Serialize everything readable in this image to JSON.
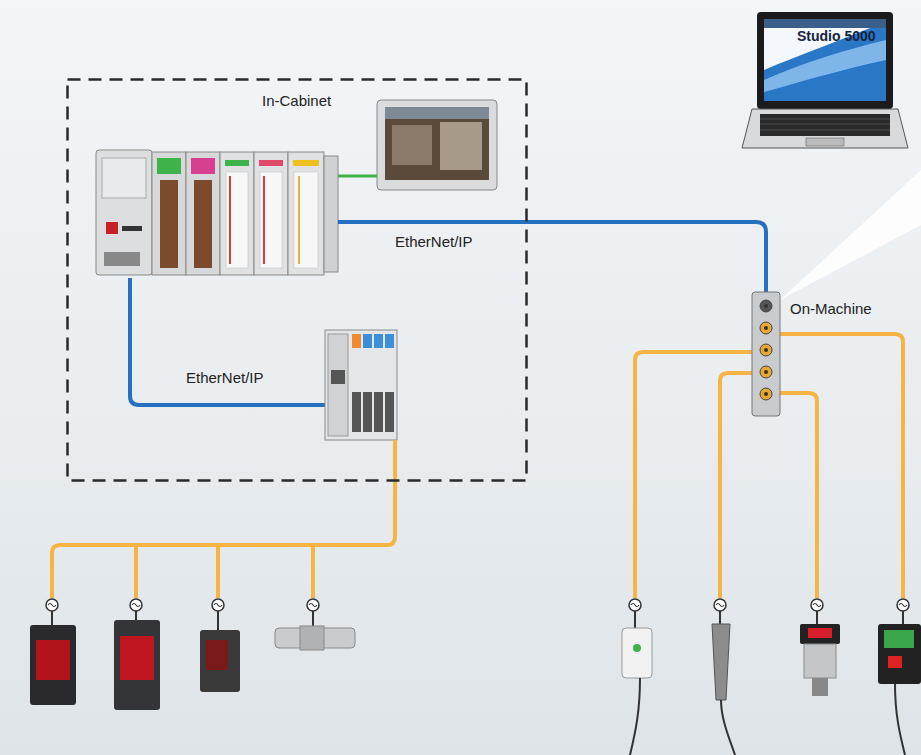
{
  "diagram": {
    "nodes": [
      {
        "text": [
          "In-Cabinet"
        ]
      },
      {
        "text": [
          "On-Machine"
        ]
      }
    ],
    "edges": [
      {
        "from": 0,
        "to": 1,
        "arrow": "none",
        "label": "EtherNet/IP"
      }
    ],
    "labels": [
      "EtherNet/IP",
      "Studio 5000"
    ]
  }
}
